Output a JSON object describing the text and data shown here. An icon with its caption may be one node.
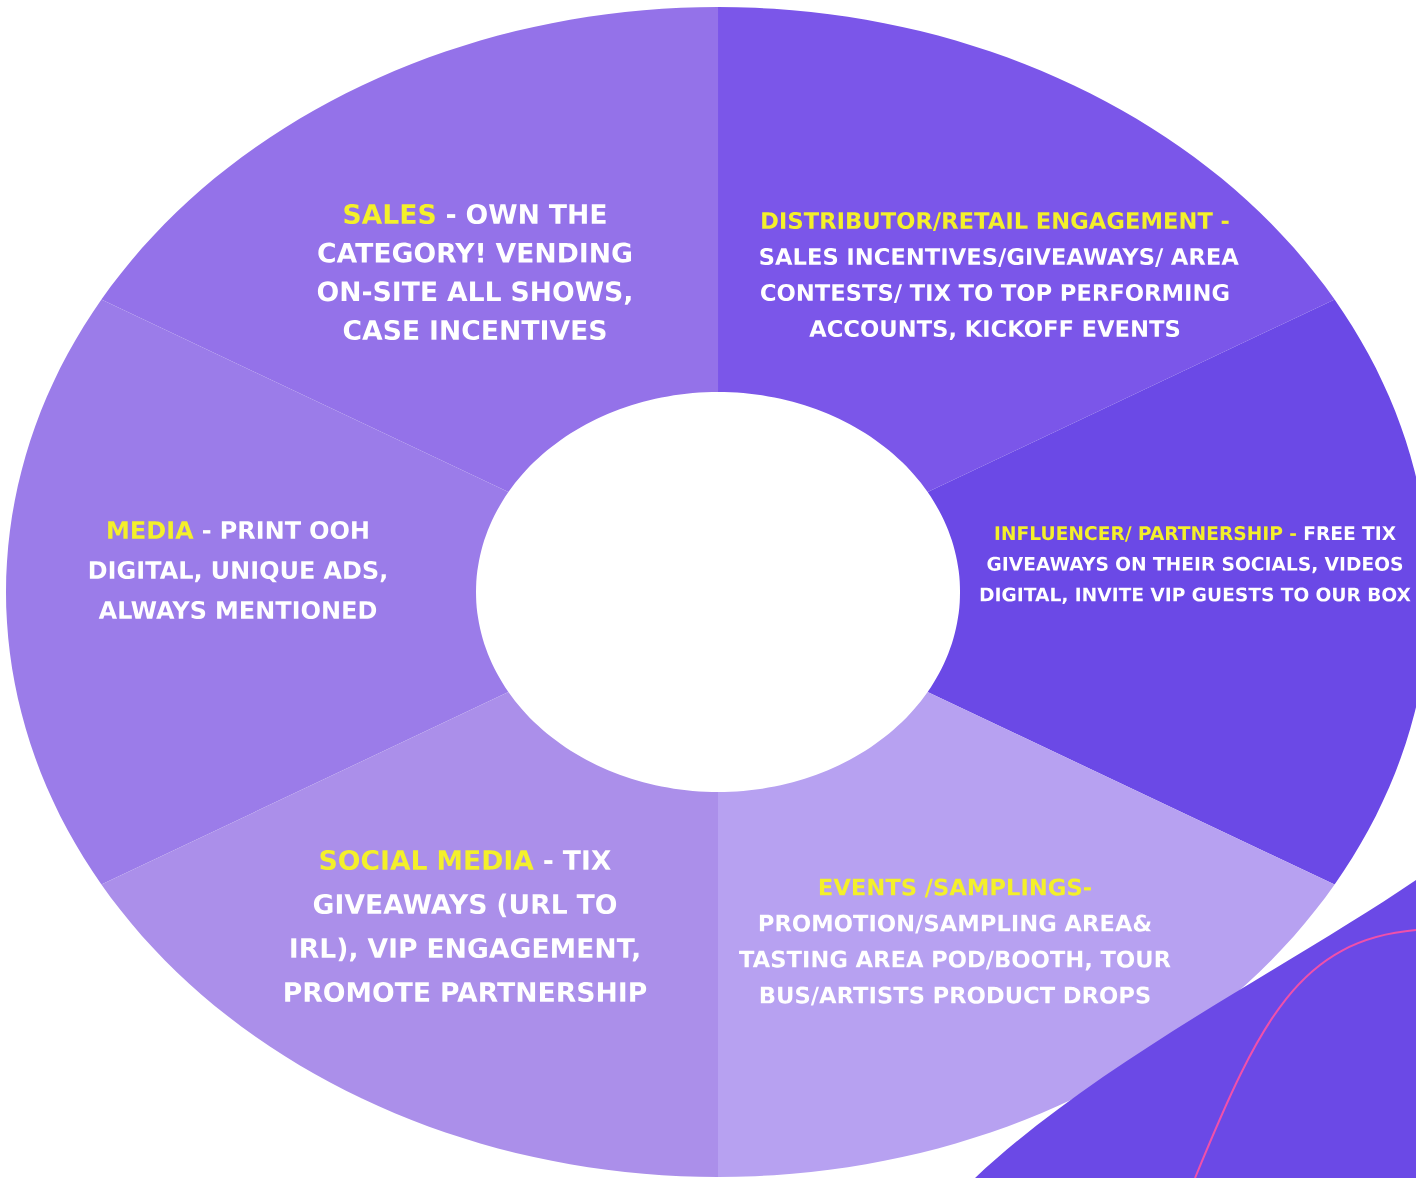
{
  "diagram": {
    "nodes": [
      {
        "text": [
          "SALES",
          "- OWN THE CATEGORY! VENDING ON-SITE ALL SHOWS, CASE INCENTIVES"
        ]
      },
      {
        "text": [
          "DISTRIBUTOR/RETAIL ENGAGEMENT -",
          "SALES INCENTIVES/GIVEAWAYS/ AREA CONTESTS/ TIX TO TOP PERFORMING ACCOUNTS, KICKOFF EVENTS"
        ]
      },
      {
        "text": [
          "MEDIA",
          "- PRINT OOH DIGITAL, UNIQUE ADS, ALWAYS MENTIONED"
        ]
      },
      {
        "text": [
          "INFLUENCER/ PARTNERSHIP -",
          "FREE TIX GIVEAWAYS ON THEIR SOCIALS, VIDEOS DIGITAL, INVITE VIP GUESTS TO OUR BOX"
        ]
      },
      {
        "text": [
          "SOCIAL MEDIA",
          "- TIX GIVEAWAYS (URL TO IRL), VIP ENGAGEMENT, PROMOTE PARTNERSHIP"
        ]
      },
      {
        "text": [
          "EVENTS /SAMPLINGS-",
          "PROMOTION/SAMPLING AREA& TASTING AREA POD/BOOTH, TOUR BUS/ARTISTS PRODUCT DROPS"
        ]
      }
    ]
  }
}
